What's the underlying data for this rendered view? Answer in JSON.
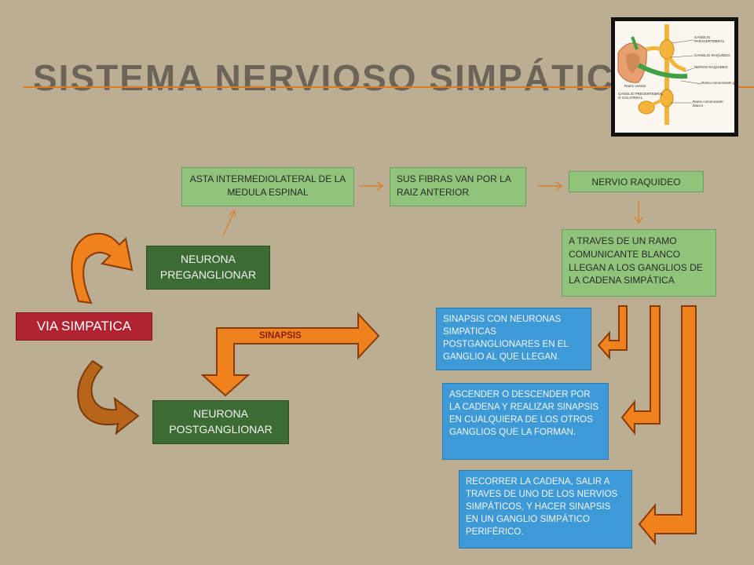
{
  "title": "Sistema nervioso simpático",
  "inset_image": {
    "labels": [
      "GANGLIO PARAVERTEBRAL",
      "GANGLIO RAQUÍDEO",
      "NERVIO RAQUÍDEO",
      "Ramo ventral",
      "Ramo comunicante gris",
      "GANGLIO PREVERTEBRAL O COLATERAL",
      "Ramo comunicante blanco"
    ]
  },
  "via": "VIA SIMPATICA",
  "neurona_pre": "NEURONA PREGANGLIONAR",
  "neurona_post": "NEURONA POSTGANGLIONAR",
  "sinapsis_label": "SINAPSIS",
  "top_flow": {
    "asta": "ASTA INTERMEDIOLATERAL DE LA MEDULA ESPINAL",
    "fibras": "SUS FIBRAS VAN POR LA RAIZ ANTERIOR",
    "nervio": "NERVIO RAQUIDEO",
    "ramo": "A TRAVES DE UN RAMO COMUNICANTE BLANCO LLEGAN A LOS GANGLIOS DE LA CADENA SIMPÁTICA"
  },
  "options": {
    "op1": "SINAPSIS CON NEURONAS SIMPATICAS POSTGANGLIONARES EN EL GANGLIO AL QUE LLEGAN.",
    "op2": "ASCENDER O DESCENDER POR LA CADENA Y REALIZAR SINAPSIS EN CUALQUIERA DE LOS OTROS GANGLIOS QUE LA FORMAN.",
    "op3": "RECORRER LA CADENA, SALIR A TRAVES DE UNO DE LOS NERVIOS SIMPÁTICOS, Y HACER SINAPSIS EN UN GANGLIO SIMPÁTICO PERIFÉRICO."
  },
  "colors": {
    "background": "#bcae92",
    "arrow_orange": "#f0821e",
    "arrow_dark": "#8a3b0a",
    "green_light": "#8fc47a",
    "green_dark": "#3d6b34",
    "blue": "#3d9ad6",
    "red": "#b02431"
  }
}
